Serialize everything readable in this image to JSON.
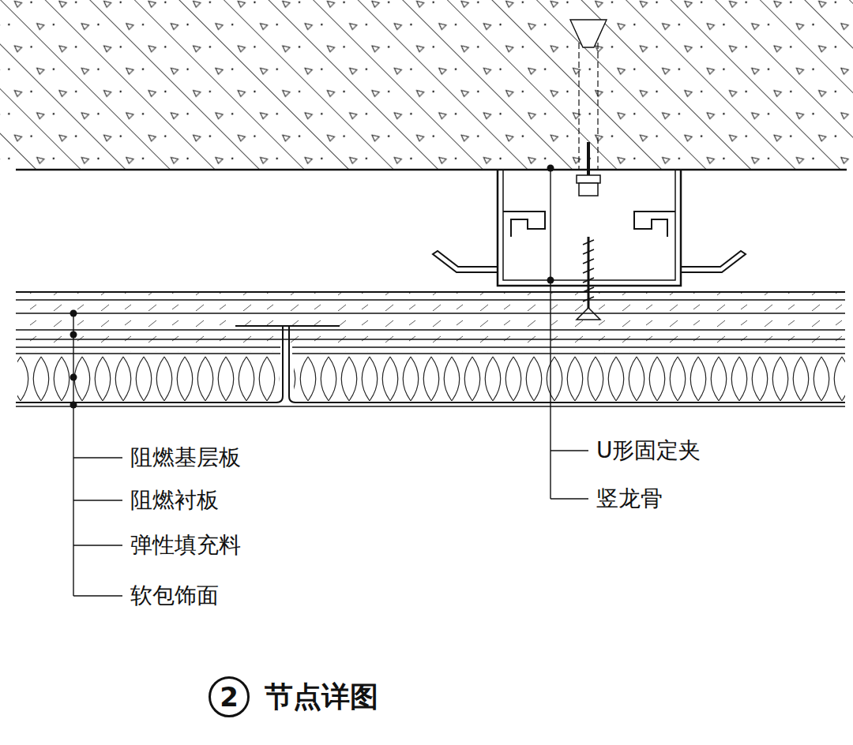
{
  "diagram": {
    "title": "节点详图",
    "nodes": [
      {
        "text": [
          "2"
        ]
      }
    ],
    "labels": [
      "阻燃基层板",
      "阻燃衬板",
      "弹性填充料",
      "软包饰面",
      "U形固定夹",
      "竖龙骨"
    ]
  }
}
